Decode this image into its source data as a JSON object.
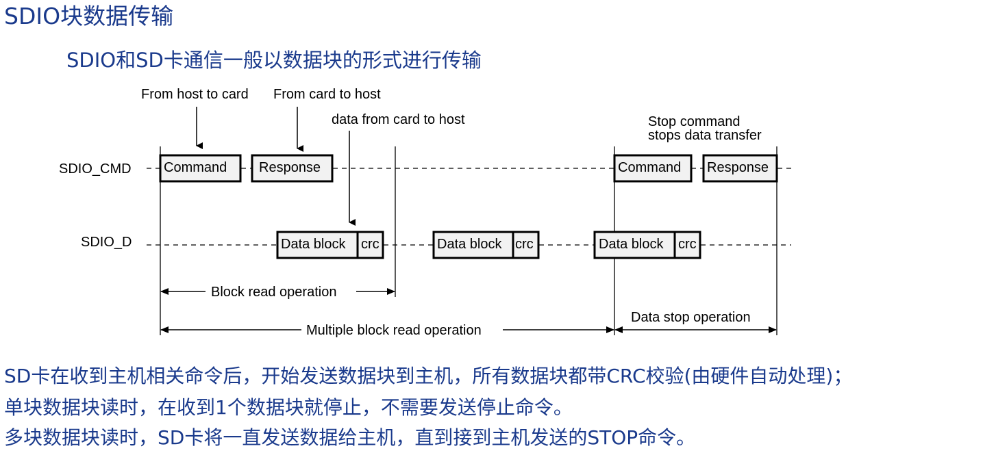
{
  "title": "SDIO块数据传输",
  "subtitle": "SDIO和SD卡通信一般以数据块的形式进行传输",
  "diagram": {
    "signals": {
      "cmd": "SDIO_CMD",
      "data": "SDIO_D"
    },
    "annotations": {
      "host_to_card": "From host to card",
      "card_to_host": "From card to host",
      "data_card_to_host": "data from card to host",
      "stop_line1": "Stop command",
      "stop_line2": "stops data transfer"
    },
    "boxes": {
      "command": "Command",
      "response": "Response",
      "data_block": "Data block",
      "crc": "crc"
    },
    "spans": {
      "block_read": "Block read operation",
      "multiple_block_read": "Multiple block read operation",
      "data_stop": "Data stop operation"
    }
  },
  "description": [
    "SD卡在收到主机相关命令后，开始发送数据块到主机，所有数据块都带CRC校验(由硬件自动处理)；",
    "单块数据块读时，在收到1个数据块就停止，不需要发送停止命令。",
    "多块数据块读时，SD卡将一直发送数据给主机，直到接到主机发送的STOP命令。"
  ]
}
